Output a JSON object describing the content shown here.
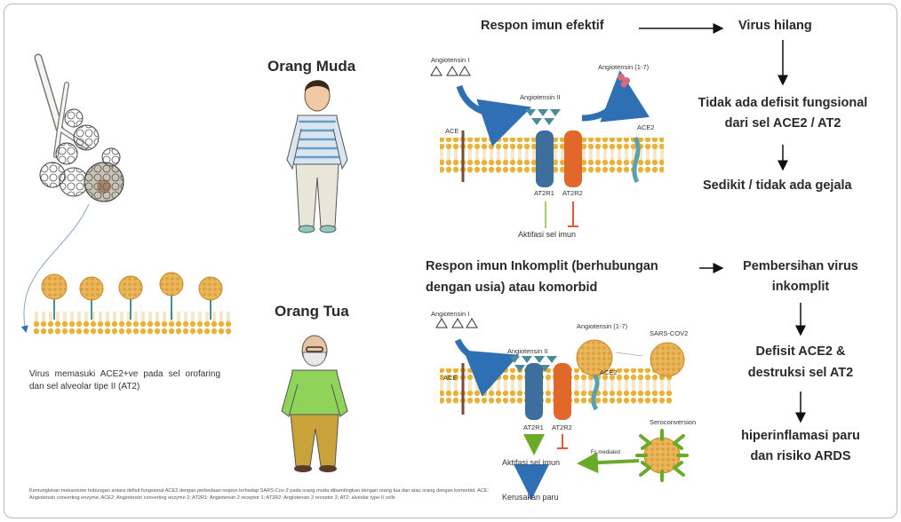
{
  "top_flow": {
    "response": "Respon imun efektif",
    "result": "Virus hilang",
    "deficit_line1": "Tidak ada defisit fungsional",
    "deficit_line2": "dari sel ACE2 / AT2",
    "symptoms": "Sedikit / tidak ada gejala"
  },
  "bottom_flow": {
    "response_line1": "Respon imun Inkomplit (berhubungan",
    "response_line2": "dengan usia) atau komorbid",
    "clearance_line1": "Pembersihan virus",
    "clearance_line2": "inkomplit",
    "deficit_line1": "Defisit ACE2 &",
    "deficit_line2": "destruksi sel AT2",
    "outcome_line1": "hiperinflamasi paru",
    "outcome_line2": "dan risiko ARDS"
  },
  "people": {
    "young": "Orang Muda",
    "old": "Orang Tua"
  },
  "young_panel": {
    "angiotensin1": "Angiotensin I",
    "angiotensin2": "Angiotensin II",
    "angiotensin17": "Angiotensin (1-7)",
    "ace": "ACE",
    "ace2": "ACE2",
    "at2r1": "AT2R1",
    "at2r2": "AT2R2",
    "activation": "Aktifasi sel imun"
  },
  "old_panel": {
    "angiotensin1": "Angiotensin I",
    "angiotensin2": "Angiotensin II",
    "angiotensin17": "Angiotensin (1-7)",
    "sars": "SARS-COV2",
    "ace": "ACE",
    "ace2": "ACE2",
    "at2r1": "AT2R1",
    "at2r2": "AT2R2",
    "activation": "Aktifasi sel imun",
    "seroconversion": "Seroconversion",
    "fc_mediated": "Fc mediated",
    "damage": "Kerusakan paru"
  },
  "left_caption": "Virus memasuki ACE2+ve pada sel orofaring dan sel alveolar tipe II (AT2)",
  "footnote": "Kemungkinan mekanisme hubungan antara defisit fungsional ACE2 dengan perbedaan respon terhadap SARS-Cov-2 pada orang muda dibandingkan dengan orang tua dan atau orang dengan komorbid. ACE: Angiotensin converting enzyme; ACE2: Angiotensin converting enzyme 2; AT2R1: Angiotensin 2 receptor 1; AT2R2: Angiotensin 2 receptor 2; AT2: alveolar type II cells",
  "colors": {
    "receptor_blue": "#3d6e9e",
    "receptor_orange": "#e0682a",
    "arrow_blue": "#2f6fb3",
    "arrow_green": "#6aaa2a",
    "membrane": "#e8b23a",
    "virus": "#e9b85a"
  }
}
